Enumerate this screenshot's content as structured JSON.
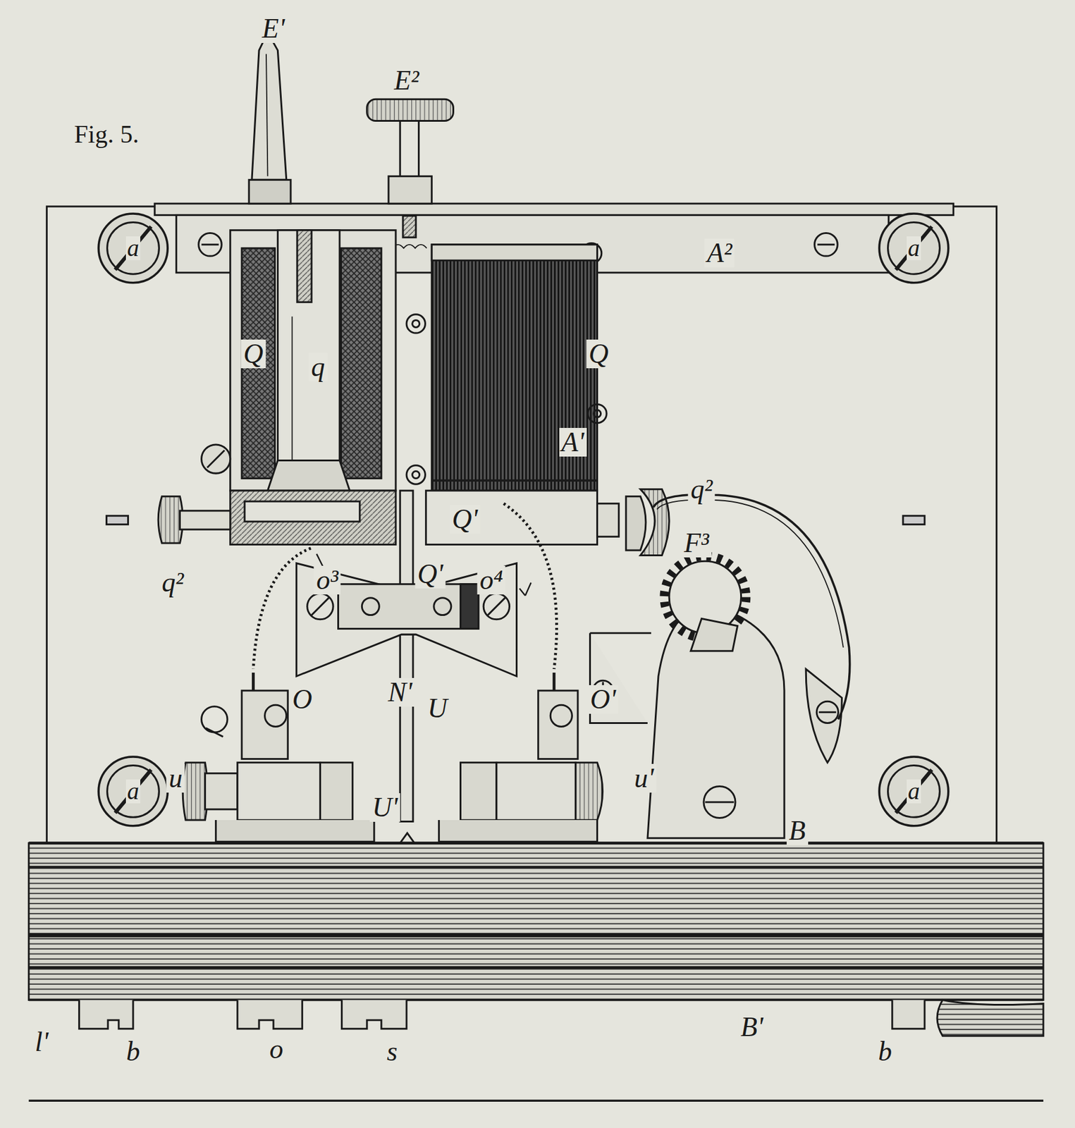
{
  "diagram": {
    "labels": [
      "Fig. 5.",
      "E'",
      "E²",
      "a",
      "a",
      "a",
      "a",
      "A²",
      "Q",
      "q",
      "Q",
      "A'",
      "q²",
      "q²",
      "Q'",
      "Q'",
      "o³",
      "o⁴",
      "F³",
      "N'",
      "O",
      "U",
      "O'",
      "u",
      "u'",
      "U'",
      "B",
      "B'",
      "l'",
      "b",
      "o",
      "s",
      "b"
    ]
  }
}
